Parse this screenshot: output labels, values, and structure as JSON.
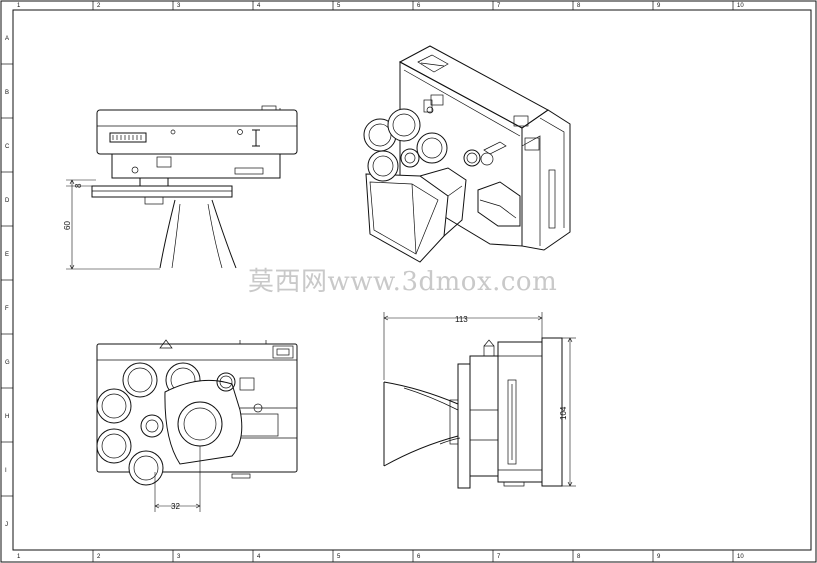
{
  "sheet": {
    "col_labels": [
      "1",
      "2",
      "3",
      "4",
      "5",
      "6",
      "7",
      "8",
      "9",
      "10"
    ],
    "row_labels": [
      "A",
      "B",
      "C",
      "D",
      "E",
      "F",
      "G",
      "H",
      "I",
      "J"
    ]
  },
  "dimensions": {
    "front_height": "8",
    "front_stand": "60",
    "plan_width": "32",
    "side_depth": "113",
    "side_height": "104"
  },
  "watermark": "莫西网www.3dmox.com"
}
